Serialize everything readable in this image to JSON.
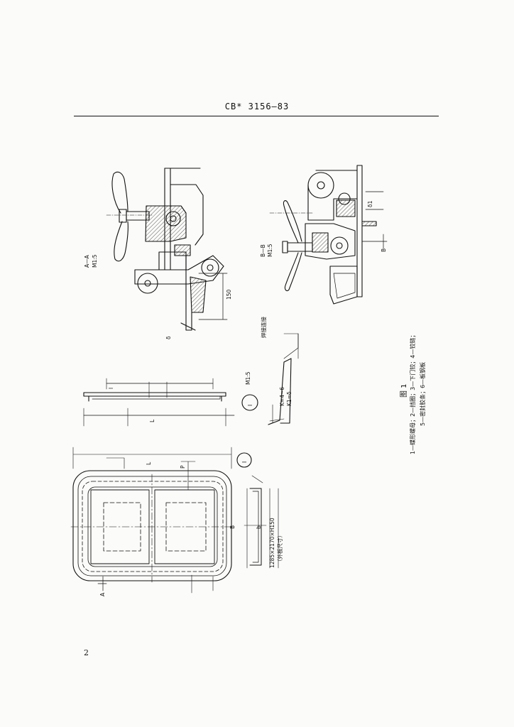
{
  "header": {
    "standard_number": "CB* 3156—83"
  },
  "page": {
    "number": "2"
  },
  "figure": {
    "caption_title": "图 1",
    "legend_line1": "1—蝶形螺母；2—挡圈；3—下门铰；4—铰链；",
    "legend_line2": "5—密封胶条；6—板钢板",
    "labels": {
      "section_a": "A—A",
      "section_a_scale": "M1:5",
      "section_b": "B—B",
      "section_b_scale": "M1:5",
      "detail_scale": "M1:5",
      "detail_circle_mark": "I",
      "dim_150": "150",
      "dim_plan_size": "1285×2170×H150",
      "dim_plan_note": "（外板尺寸）",
      "weld_note": "焊接连接",
      "dim_L": "L",
      "dim_l": "l",
      "dim_B": "B",
      "dim_b": "b",
      "mark_P": "P",
      "mark_A": "A",
      "mark_B_arrow": "B",
      "note_s1": "δ",
      "note_s2": "δ1",
      "k_formula": "K=4~6",
      "k_formula2": "K1=δ"
    }
  }
}
